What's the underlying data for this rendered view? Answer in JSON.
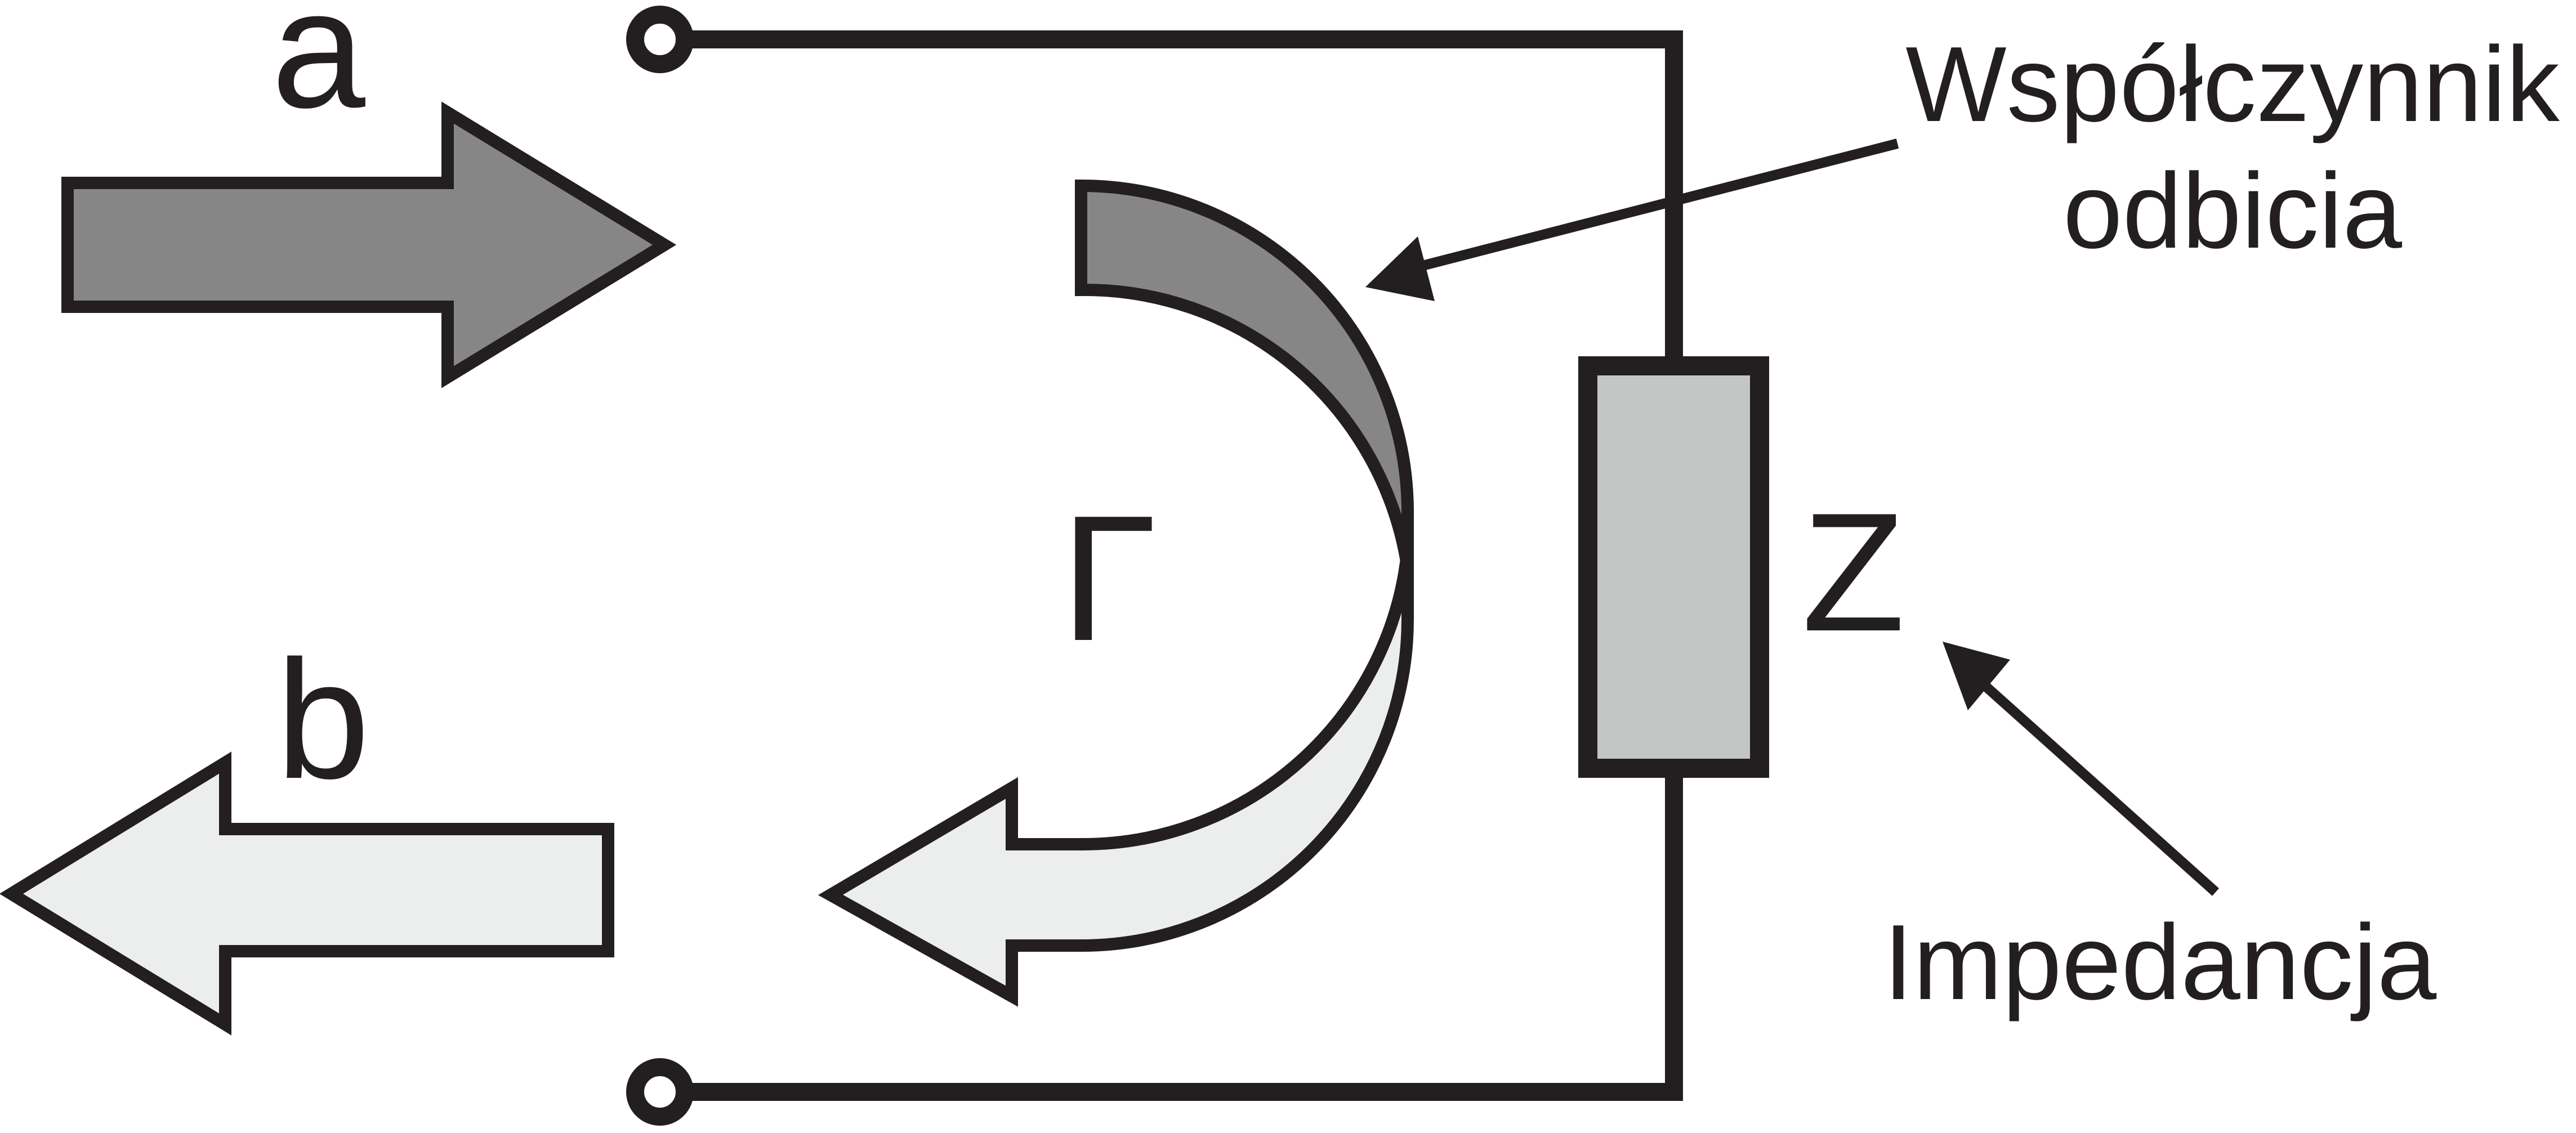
{
  "labels": {
    "incident": "a",
    "reflected": "b",
    "gamma": "Γ",
    "impedance_symbol": "Z",
    "reflection_note_line1": "Współczynnik",
    "reflection_note_line2": "odbicia",
    "impedance_note": "Impedancja"
  },
  "colors": {
    "line": "#231f20",
    "incident_fill": "#868686",
    "reflected_fill": "#eceeed",
    "impedance_fill": "#c4c6c5",
    "background": "#ffffff"
  }
}
